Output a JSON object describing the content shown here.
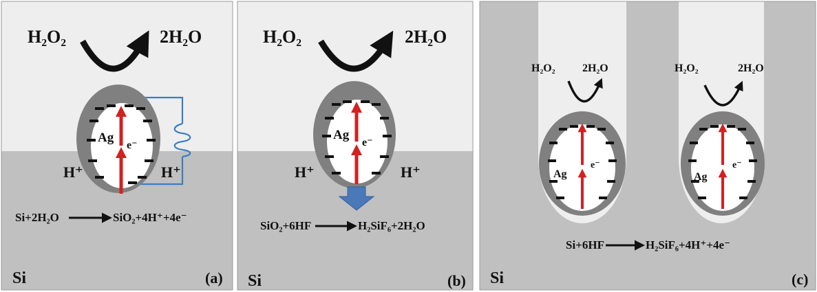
{
  "panels": [
    {
      "id": "a",
      "label": "(a)",
      "substrate": "Si",
      "oxidant": "H₂O₂",
      "product": "2H₂O",
      "particle": "Ag",
      "electron": "e⁻",
      "proton_left": "H⁺",
      "proton_right": "H⁺",
      "reaction_lhs": "Si+2H₂O",
      "reaction_rhs": "SiO₂+4H⁺+4e⁻"
    },
    {
      "id": "b",
      "label": "(b)",
      "substrate": "Si",
      "oxidant": "H₂O₂",
      "product": "2H₂O",
      "particle": "Ag",
      "electron": "e⁻",
      "proton_left": "H⁺",
      "proton_right": "H⁺",
      "reaction_lhs": "SiO₂+6HF",
      "reaction_rhs": "H₂SiF₆+2H₂O"
    },
    {
      "id": "c",
      "label": "(c)",
      "substrate": "Si",
      "pores": [
        {
          "oxidant": "H₂O₂",
          "product": "2H₂O",
          "particle": "Ag",
          "electron": "e⁻"
        },
        {
          "oxidant": "H₂O₂",
          "product": "2H₂O",
          "particle": "Ag",
          "electron": "e⁻"
        }
      ],
      "reaction_lhs": "Si+6HF",
      "reaction_rhs": "H₂SiF₆+4H⁺+4e⁻"
    }
  ],
  "colors": {
    "solution": "#eeeeee",
    "silicon": "#c0c0c0",
    "shell": "#808080",
    "electron_arrow": "#d42020",
    "circuit": "#3a7fc1",
    "etch_arrow": "#4a78b8",
    "charge": "#111111"
  },
  "icons": [
    "curved-arrow-icon",
    "resistor-icon",
    "down-arrow-icon",
    "right-arrow-icon"
  ]
}
